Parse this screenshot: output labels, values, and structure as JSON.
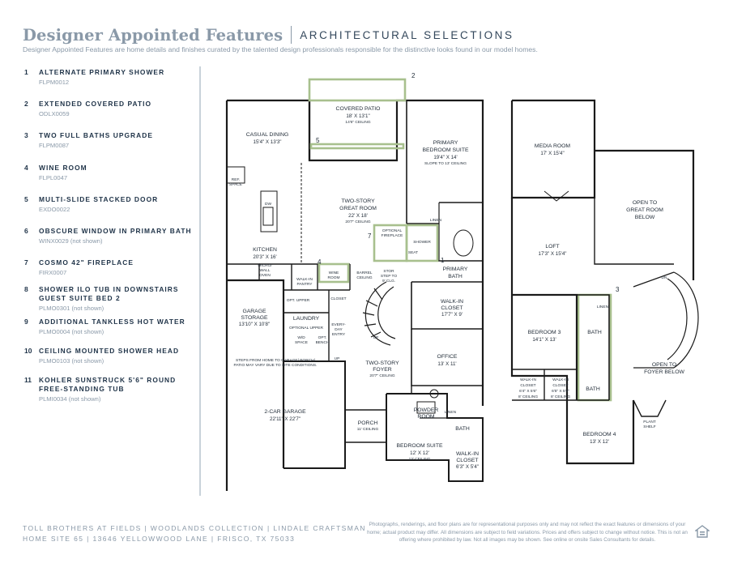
{
  "header": {
    "title": "Designer Appointed Features",
    "subtitle": "ARCHITECTURAL SELECTIONS",
    "description": "Designer Appointed Features are home details and finishes curated by the talented design professionals responsible for the distinctive looks found in our model homes."
  },
  "features": [
    {
      "num": "1",
      "name": "ALTERNATE PRIMARY SHOWER",
      "code": "FLPM0012"
    },
    {
      "num": "2",
      "name": "EXTENDED COVERED PATIO",
      "code": "ODLX0059"
    },
    {
      "num": "3",
      "name": "TWO FULL BATHS UPGRADE",
      "code": "FLPM0087"
    },
    {
      "num": "4",
      "name": "WINE ROOM",
      "code": "FLPL0047"
    },
    {
      "num": "5",
      "name": "MULTI-SLIDE STACKED DOOR",
      "code": "EXDO0022"
    },
    {
      "num": "6",
      "name": "OBSCURE WINDOW IN PRIMARY BATH",
      "code": "WINX0029 (not shown)"
    },
    {
      "num": "7",
      "name": "COSMO 42\" FIREPLACE",
      "code": "FIRX0007"
    },
    {
      "num": "8",
      "name": "SHOWER ILO TUB IN DOWNSTAIRS GUEST SUITE BED 2",
      "code": "PLMO0301 (not shown)"
    },
    {
      "num": "9",
      "name": "ADDITIONAL TANKLESS HOT WATER",
      "code": "PLMO0004 (not shown)"
    },
    {
      "num": "10",
      "name": "CEILING MOUNTED SHOWER HEAD",
      "code": "PLMO0103 (not shown)"
    },
    {
      "num": "11",
      "name": "KOHLER SUNSTRUCK 5'6\" ROUND FREE-STANDING TUB",
      "code": "PLMI0034 (not shown)"
    }
  ],
  "plan": {
    "callouts": [
      "1",
      "2",
      "3",
      "4",
      "5",
      "7"
    ],
    "first_floor": {
      "covered_patio": {
        "name": "COVERED PATIO",
        "dim": "18' X 13'1\"",
        "note": "14'6\" CEILING"
      },
      "casual_dining": {
        "name": "CASUAL DINING",
        "dim": "15'4\" X 13'3\""
      },
      "primary_suite": {
        "name1": "PRIMARY",
        "name2": "BEDROOM SUITE",
        "dim": "19'4\" X 14'",
        "note": "SLOPE TO 13' CEILING"
      },
      "great_room": {
        "name1": "TWO-STORY",
        "name2": "GREAT ROOM",
        "dim": "22' X 18'",
        "note": "20'7\" CEILING"
      },
      "kitchen": {
        "name": "KITCHEN",
        "dim": "20'3\" X 16'"
      },
      "micro_wall_oven": [
        "MICRO/",
        "WALL",
        "OVEN"
      ],
      "ref_space": [
        "REF.",
        "SPACE"
      ],
      "dw": "DW",
      "optional_fireplace": [
        "OPTIONAL",
        "FIREPLACE"
      ],
      "linen1": "LINEN",
      "shower": "SHOWER",
      "seat": "SEAT",
      "primary_bath": [
        "PRIMARY",
        "BATH"
      ],
      "walk_in_pantry": [
        "WALK-IN",
        "PANTRY"
      ],
      "wine_room": [
        "WINE",
        "ROOM"
      ],
      "barrel_ceiling": [
        "BARREL",
        "CEILING"
      ],
      "stor": [
        "STOR",
        "STEP TO",
        "9' CLG."
      ],
      "closet": "CLOSET",
      "laundry": "LAUNDRY",
      "opt_upper": "OPT. UPPER",
      "optional_upper": "OPTIONAL UPPER",
      "wd_space": [
        "W/D",
        "SPACE"
      ],
      "opt_bench": [
        "OPT.",
        "BENCH"
      ],
      "every_day_entry": [
        "EVERY-",
        "DAY",
        "ENTRY"
      ],
      "walk_in_closet": {
        "name1": "WALK-IN",
        "name2": "CLOSET",
        "dim": "17'7\" X 9'"
      },
      "garage_storage": {
        "name1": "GARAGE",
        "name2": "STORAGE",
        "dim": "13'10\" X 10'8\""
      },
      "steps_note": [
        "STEPS FROM HOME TO GARAGE/ PORCH/",
        "PATIO MAY VARY DUE TO SITE CONDITIONS."
      ],
      "foyer": {
        "name1": "TWO-STORY",
        "name2": "FOYER",
        "note": "20'7\" CEILING"
      },
      "office": {
        "name": "OFFICE",
        "dim": "13' X 11'"
      },
      "garage": {
        "name": "2-CAR GARAGE",
        "dim": "22'11\" X 22'7\""
      },
      "porch": {
        "name": "PORCH",
        "note": "11' CEILING"
      },
      "powder": [
        "POWDER",
        "ROOM"
      ],
      "linen2": "LINEN",
      "bath": "BATH",
      "bedroom_suite": {
        "name": "BEDROOM SUITE",
        "dim": "12' X 12'",
        "note": "13' CEILING"
      },
      "walk_in_closet2": {
        "name1": "WALK-IN",
        "name2": "CLOSET",
        "dim": "6'3\" X 5'4\""
      },
      "up1": "UP",
      "up2": "UP"
    },
    "second_floor": {
      "media_room": {
        "name": "MEDIA ROOM",
        "dim": "17' X 15'4\""
      },
      "open_great": [
        "OPEN TO",
        "GREAT ROOM",
        "BELOW"
      ],
      "loft": {
        "name": "LOFT",
        "dim": "17'3\" X 15'4\""
      },
      "dn": "DN",
      "linen": "LINEN",
      "bath1": "BATH",
      "bath2": "BATH",
      "bedroom3": {
        "name": "BEDROOM 3",
        "dim": "14'1\" X 13'"
      },
      "open_foyer": [
        "OPEN TO",
        "FOYER BELOW"
      ],
      "wic1": {
        "name1": "WALK-IN",
        "name2": "CLOSET",
        "dim": "6'4\" X 5'6\"",
        "note": "8' CEILING"
      },
      "wic2": {
        "name1": "WALK-IN",
        "name2": "CLOSET",
        "dim": "6'5\" X 5'6\"",
        "note": "8' CEILING"
      },
      "plant_shelf": [
        "PLANT",
        "SHELF"
      ],
      "bedroom4": {
        "name": "BEDROOM 4",
        "dim": "13' X 12'"
      }
    }
  },
  "footer": {
    "line1": "TOLL BROTHERS AT FIELDS  |  WOODLANDS COLLECTION  |  LINDALE CRAFTSMAN",
    "line2": "HOME SITE 65  |  13646 YELLOWWOOD LANE  |  FRISCO, TX 75033",
    "disclaimer": "Photographs, renderings, and floor plans are for representational purposes only and may not reflect the exact features or dimensions of your home; actual product may differ. All dimensions are subject to field variations. Prices and offers subject to change without notice. This is not an offering where prohibited by law. Not all images may be shown. See online or onsite Sales Consultants for details."
  },
  "colors": {
    "title": "#8a99a8",
    "navy": "#1f3348",
    "highlight": "#a8c08e",
    "wall": "#1a1a1a"
  }
}
